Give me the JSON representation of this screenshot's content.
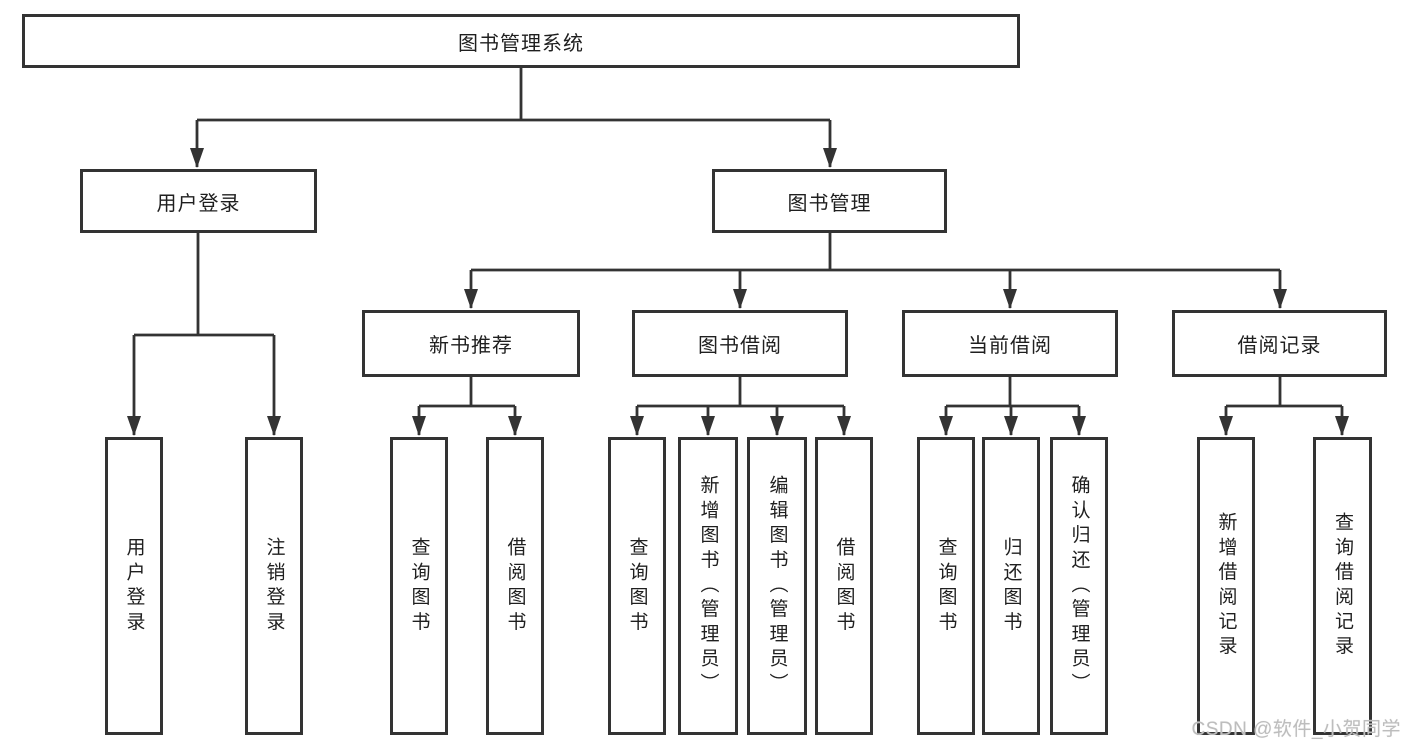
{
  "tree": {
    "label": "图书管理系统",
    "children": [
      {
        "label": "用户登录",
        "children": [
          {
            "label": "用户登录"
          },
          {
            "label": "注销登录"
          }
        ]
      },
      {
        "label": "图书管理",
        "children": [
          {
            "label": "新书推荐",
            "children": [
              {
                "label": "查询图书"
              },
              {
                "label": "借阅图书"
              }
            ]
          },
          {
            "label": "图书借阅",
            "children": [
              {
                "label": "查询图书"
              },
              {
                "label": "新增图书（管理员）"
              },
              {
                "label": "编辑图书（管理员）"
              },
              {
                "label": "借阅图书"
              }
            ]
          },
          {
            "label": "当前借阅",
            "children": [
              {
                "label": "查询图书"
              },
              {
                "label": "归还图书"
              },
              {
                "label": "确认归还（管理员）"
              }
            ]
          },
          {
            "label": "借阅记录",
            "children": [
              {
                "label": "新增借阅记录"
              },
              {
                "label": "查询借阅记录"
              }
            ]
          }
        ]
      }
    ]
  },
  "watermark": {
    "text": "CSDN @软件_小贺同学"
  },
  "colors": {
    "line": "#333333",
    "box_border": "#333333",
    "text": "#1f1f1f",
    "background": "#ffffff",
    "watermark": "#bdbdbd"
  }
}
